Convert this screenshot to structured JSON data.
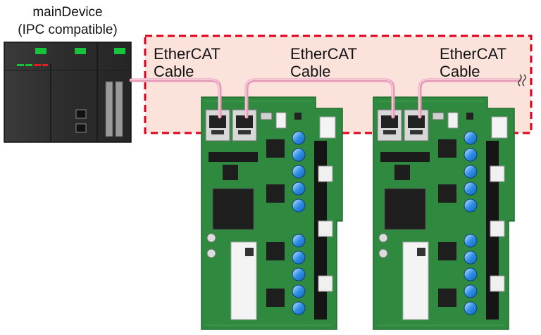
{
  "header": {
    "title_line1": "mainDevice",
    "title_line2": "(IPC compatible)"
  },
  "cable_labels": [
    {
      "line1": "EtherCAT",
      "line2": "Cable"
    },
    {
      "line1": "EtherCAT",
      "line2": "Cable"
    },
    {
      "line1": "EtherCAT",
      "line2": "Cable"
    }
  ],
  "colors": {
    "highlight_border": "#e0001b",
    "highlight_fill": "#fbe3dc",
    "cable": "#e79ab8",
    "pcb": "#2f8a3f",
    "plc_body": "#2e2e2e",
    "led_green": "#17c33a"
  }
}
